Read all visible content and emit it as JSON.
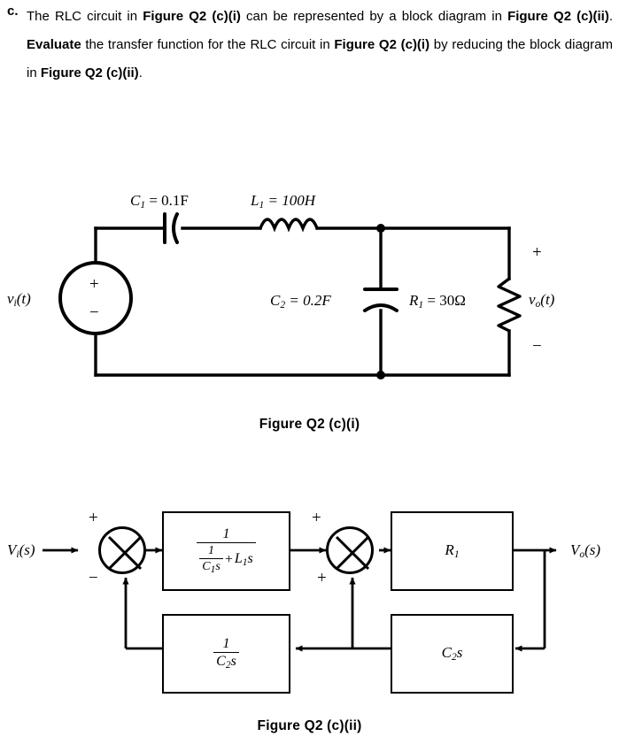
{
  "question": {
    "marker": "c.",
    "text_runs": [
      {
        "t": "The RLC circuit in ",
        "b": false
      },
      {
        "t": "Figure Q2 (c)(i)",
        "b": true
      },
      {
        "t": " can be represented by a block diagram in ",
        "b": false
      },
      {
        "t": "Figure Q2 (c)(ii)",
        "b": true
      },
      {
        "t": ". ",
        "b": false
      },
      {
        "t": "Evaluate",
        "b": true
      },
      {
        "t": " the transfer function for the RLC circuit in ",
        "b": false
      },
      {
        "t": "Figure Q2 (c)(i)",
        "b": true
      },
      {
        "t": " by reducing the block diagram in ",
        "b": false
      },
      {
        "t": "Figure Q2 (c)(ii)",
        "b": true
      },
      {
        "t": ".",
        "b": false
      }
    ]
  },
  "circuit": {
    "caption": "Figure Q2 (c)(i)",
    "source_label_v": "v",
    "source_label_sub": "i",
    "source_label_tail": "(t)",
    "source_plus": "+",
    "source_minus": "−",
    "c1_label": "C",
    "c1_sub": "1",
    "c1_value": " = 0.1F",
    "l1_label": "L",
    "l1_sub": "1",
    "l1_value": " = 100H",
    "c2_label": "C",
    "c2_sub": "2",
    "c2_value": " = 0.2F",
    "r1_label": "R",
    "r1_sub": "1",
    "r1_value": " = 30Ω",
    "out_plus": "+",
    "out_minus": "−",
    "out_label_v": "v",
    "out_label_sub": "o",
    "out_label_tail": "(t)"
  },
  "block_diagram": {
    "caption": "Figure Q2 (c)(ii)",
    "input_label_v": "V",
    "input_label_sub": "i",
    "input_label_tail": "(s)",
    "output_label_v": "V",
    "output_label_sub": "o",
    "output_label_tail": "(s)",
    "sum1": {
      "top_sign": "+",
      "bottom_sign": "−"
    },
    "sum2": {
      "top_sign": "+",
      "bottom_sign": "+"
    },
    "block_g1": {
      "numerator": "1",
      "den_frac_num": "1",
      "den_frac_den_c": "C",
      "den_frac_den_sub": "1",
      "den_frac_den_s": "s",
      "den_plus": "+",
      "den_term_l": "L",
      "den_term_sub": "1",
      "den_term_s": "s"
    },
    "block_h1": {
      "numerator": "1",
      "den_c": "C",
      "den_sub": "2",
      "den_s": "s"
    },
    "block_g2": {
      "label_r": "R",
      "label_sub": "1"
    },
    "block_h2": {
      "label_c": "C",
      "label_sub": "2",
      "label_s": "s"
    }
  },
  "colors": {
    "ink": "#000000",
    "paper": "#ffffff"
  }
}
